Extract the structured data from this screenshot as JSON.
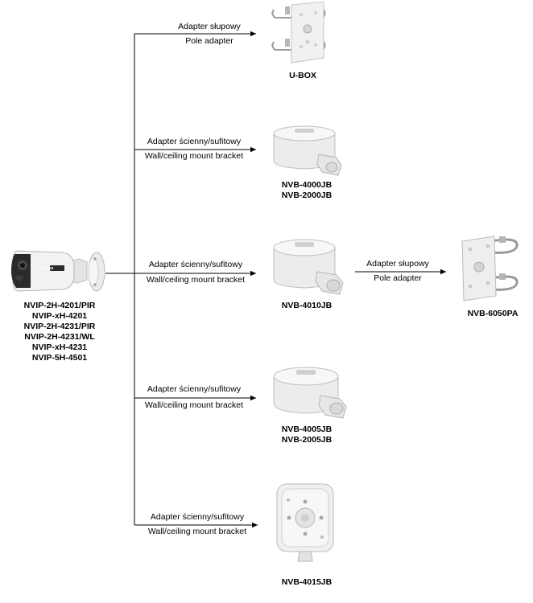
{
  "camera": {
    "models": [
      "NVIP-2H-4201/PIR",
      "NVIP-xH-4201",
      "NVIP-2H-4231/PIR",
      "NVIP-2H-4231/WL",
      "NVIP-xH-4231",
      "NVIP-5H-4501"
    ],
    "logo": "novus"
  },
  "branches": [
    {
      "label_pl": "Adapter słupowy",
      "label_en": "Pole adapter",
      "product": [
        "U-BOX"
      ]
    },
    {
      "label_pl": "Adapter ścienny/sufitowy",
      "label_en": "Wall/ceiling mount bracket",
      "product": [
        "NVB-4000JB",
        "NVB-2000JB"
      ]
    },
    {
      "label_pl": "Adapter ścienny/sufitowy",
      "label_en": "Wall/ceiling mount bracket",
      "product": [
        "NVB-4010JB"
      ]
    },
    {
      "label_pl": "Adapter ścienny/sufitowy",
      "label_en": "Wall/ceiling mount bracket",
      "product": [
        "NVB-4005JB",
        "NVB-2005JB"
      ]
    },
    {
      "label_pl": "Adapter ścienny/sufitowy",
      "label_en": "Wall/ceiling mount bracket",
      "product": [
        "NVB-4015JB"
      ]
    }
  ],
  "secondary": {
    "label_pl": "Adapter słupowy",
    "label_en": "Pole adapter",
    "product": [
      "NVB-6050PA"
    ]
  }
}
